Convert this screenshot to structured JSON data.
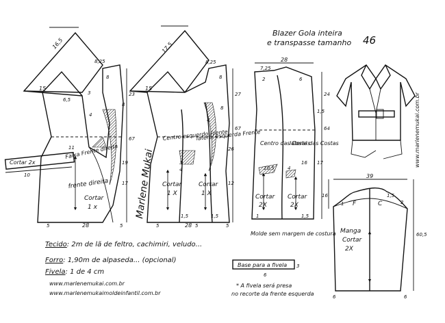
{
  "title": {
    "line1": "Blazer Gola inteira",
    "line2": "e transpasse tamanho",
    "size": "46"
  },
  "front_piece": {
    "dims": {
      "collar_diag": "16,5",
      "collar_small": "8,25",
      "shoulder": "15",
      "neck_drop": "6,5",
      "top_small": "8",
      "lapel_width": "11",
      "hem_width": "28",
      "hem_left": "5",
      "hem_right": "5",
      "v1": "23",
      "v2": "67",
      "v3": "19",
      "v4": "17",
      "v5": "8",
      "v6": "4",
      "v7": "3"
    },
    "labels": {
      "facing": "Faixa Frente direita",
      "piece": "frente direita",
      "cut": "Cortar",
      "qty": "1 x",
      "strip_cut": "Cortar 2x",
      "strip_len": "10"
    }
  },
  "left_front_piece": {
    "dims": {
      "collar_diag": "17,5",
      "collar_small": "8,25",
      "shoulder": "15",
      "top_small": "8",
      "hem_left": "5",
      "hem_mid": "5",
      "hem_right": "5",
      "hem_width": "28",
      "v1": "27",
      "v2": "67",
      "v3": "26",
      "v4": "12",
      "v5": "8",
      "v6": "4",
      "d1": "3",
      "d2": "4",
      "d3": "1,5",
      "d4": "1,5"
    },
    "labels": {
      "center": "Centro esquerdo Frente",
      "lateral": "lateral esquerda Frente",
      "cut": "Cortar",
      "qty": "1 X"
    }
  },
  "back_piece": {
    "dims": {
      "top_width": "28",
      "neck": "7,25",
      "neck_drop": "2",
      "shoulder_small": "6",
      "v1": "24",
      "v2": "64",
      "v3": "17",
      "v4": "1,5",
      "w1": "10,5",
      "w2": "4",
      "w3": "16",
      "hem_left": "1",
      "hem_right": "1,5"
    },
    "labels": {
      "center": "Centro das Costas",
      "lateral": "lateral das Costas",
      "cut_center": "Cortar",
      "qty_center": "2X",
      "cut_lateral": "Cortar",
      "qty_lateral": "2X",
      "note": "Molde sem margem de costura"
    }
  },
  "sleeve_piece": {
    "dims": {
      "top_width": "39",
      "cap_height": "16",
      "height": "60,5",
      "hem_left": "6",
      "hem_right": "6",
      "c1": "1",
      "c2": "1,5",
      "c3": "2"
    },
    "labels": {
      "back": "F",
      "front": "C",
      "piece": "Manga",
      "cut": "Cortar",
      "qty": "2X"
    }
  },
  "belt_piece": {
    "label": "Base para a fivela",
    "width": "3",
    "length": "6"
  },
  "materials": {
    "fabric_label": "Tecido",
    "fabric_value": ": 2m    de lã de feltro, cachimiri, veludo...",
    "lining_label": "Forro",
    "lining_value": ": 1,90m  de alpaseda... (opcional)",
    "buckle_label": "Fivela",
    "buckle_value": ": 1 de 4 cm"
  },
  "note_buckle": {
    "line1": "* A fivela será presa",
    "line2": "no recorte da frente esquerda"
  },
  "urls": {
    "url1": "www.marlenemukai.com.br",
    "url2": "www.marlenemukaimoldeinfantil.com.br",
    "vertical": "www.marlenemukai.com.br"
  },
  "signature": "Marlene Mukai"
}
